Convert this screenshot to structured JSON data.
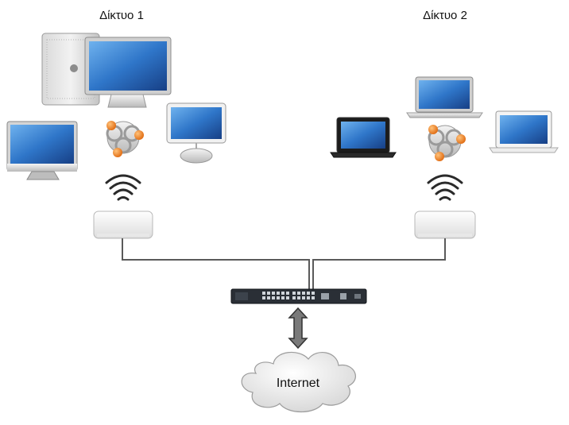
{
  "networks": [
    {
      "label": "Δίκτυο 1"
    },
    {
      "label": "Δίκτυο 2"
    }
  ],
  "internet": {
    "label": "Internet"
  },
  "colors": {
    "cable": "#5a5a5a",
    "screen": "#2b6fc4",
    "switch": "#2a2f36",
    "hub_orange": "#f08a2c",
    "wifi": "#2a2a2a",
    "cloud": "#f3f3f3"
  }
}
